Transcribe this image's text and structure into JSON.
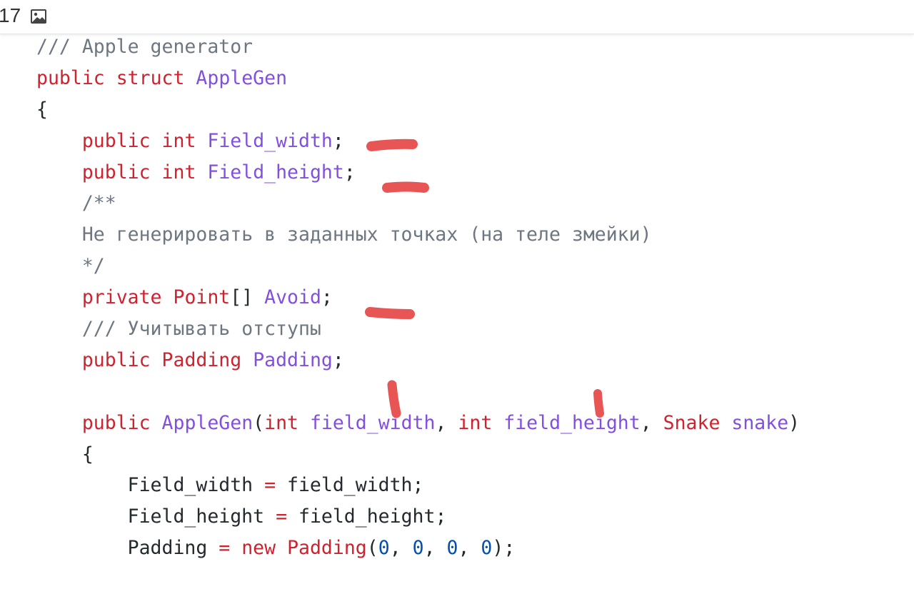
{
  "topbar": {
    "count": "17",
    "icon": "image-icon"
  },
  "colors": {
    "keyword": "#cf222e",
    "type": "#8250df",
    "comment": "#6e7781",
    "number": "#0550ae",
    "annotation": "#e85555"
  },
  "code_lines": [
    {
      "indent": 0,
      "tokens": [
        [
          "cm",
          "/// Apple generator"
        ]
      ]
    },
    {
      "indent": 0,
      "tokens": [
        [
          "kw",
          "public"
        ],
        [
          "pl",
          " "
        ],
        [
          "kw",
          "struct"
        ],
        [
          "pl",
          " "
        ],
        [
          "ty",
          "AppleGen"
        ]
      ]
    },
    {
      "indent": 0,
      "tokens": [
        [
          "pl",
          "{"
        ]
      ]
    },
    {
      "indent": 1,
      "tokens": [
        [
          "kw",
          "public"
        ],
        [
          "pl",
          " "
        ],
        [
          "kw",
          "int"
        ],
        [
          "pl",
          " "
        ],
        [
          "ty",
          "Field_width"
        ],
        [
          "pl",
          ";"
        ]
      ]
    },
    {
      "indent": 1,
      "tokens": [
        [
          "kw",
          "public"
        ],
        [
          "pl",
          " "
        ],
        [
          "kw",
          "int"
        ],
        [
          "pl",
          " "
        ],
        [
          "ty",
          "Field_height"
        ],
        [
          "pl",
          ";"
        ]
      ]
    },
    {
      "indent": 1,
      "tokens": [
        [
          "cm",
          "/**"
        ]
      ]
    },
    {
      "indent": 1,
      "tokens": [
        [
          "cm",
          "Не генерировать в заданных точках (на теле змейки)"
        ]
      ]
    },
    {
      "indent": 1,
      "tokens": [
        [
          "cm",
          "*/"
        ]
      ]
    },
    {
      "indent": 1,
      "tokens": [
        [
          "kw",
          "private"
        ],
        [
          "pl",
          " "
        ],
        [
          "kw",
          "Point"
        ],
        [
          "pl",
          "[] "
        ],
        [
          "ty",
          "Avoid"
        ],
        [
          "pl",
          ";"
        ]
      ]
    },
    {
      "indent": 1,
      "tokens": [
        [
          "cm",
          "/// Учитывать отступы"
        ]
      ]
    },
    {
      "indent": 1,
      "tokens": [
        [
          "kw",
          "public"
        ],
        [
          "pl",
          " "
        ],
        [
          "kw",
          "Padding"
        ],
        [
          "pl",
          " "
        ],
        [
          "ty",
          "Padding"
        ],
        [
          "pl",
          ";"
        ]
      ]
    },
    {
      "indent": 0,
      "tokens": []
    },
    {
      "indent": 1,
      "tokens": [
        [
          "kw",
          "public"
        ],
        [
          "pl",
          " "
        ],
        [
          "ty",
          "AppleGen"
        ],
        [
          "pl",
          "("
        ],
        [
          "kw",
          "int"
        ],
        [
          "pl",
          " "
        ],
        [
          "ty",
          "field_width"
        ],
        [
          "pl",
          ", "
        ],
        [
          "kw",
          "int"
        ],
        [
          "pl",
          " "
        ],
        [
          "ty",
          "field_height"
        ],
        [
          "pl",
          ", "
        ],
        [
          "kw",
          "Snake"
        ],
        [
          "pl",
          " "
        ],
        [
          "ty",
          "snake"
        ],
        [
          "pl",
          ")"
        ]
      ]
    },
    {
      "indent": 1,
      "tokens": [
        [
          "pl",
          "{"
        ]
      ]
    },
    {
      "indent": 2,
      "tokens": [
        [
          "pl",
          "Field_width "
        ],
        [
          "op",
          "="
        ],
        [
          "pl",
          " field_width;"
        ]
      ]
    },
    {
      "indent": 2,
      "tokens": [
        [
          "pl",
          "Field_height "
        ],
        [
          "op",
          "="
        ],
        [
          "pl",
          " field_height;"
        ]
      ]
    },
    {
      "indent": 2,
      "tokens": [
        [
          "pl",
          "Padding "
        ],
        [
          "op",
          "="
        ],
        [
          "pl",
          " "
        ],
        [
          "kw",
          "new"
        ],
        [
          "pl",
          " "
        ],
        [
          "kw",
          "Padding"
        ],
        [
          "pl",
          "("
        ],
        [
          "nu",
          "0"
        ],
        [
          "pl",
          ", "
        ],
        [
          "nu",
          "0"
        ],
        [
          "pl",
          ", "
        ],
        [
          "nu",
          "0"
        ],
        [
          "pl",
          ", "
        ],
        [
          "nu",
          "0"
        ],
        [
          "pl",
          ");"
        ]
      ]
    }
  ]
}
